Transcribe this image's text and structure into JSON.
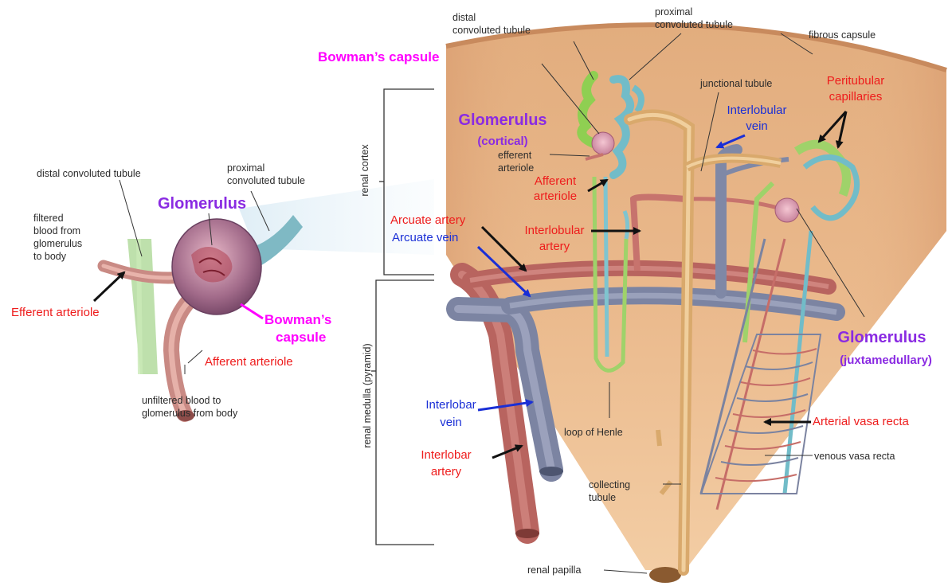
{
  "left_panel": {
    "distal": "distal convoluted tubule",
    "proximal_1": "proximal",
    "proximal_2": "convoluted tubule",
    "glomerulus": "Glomerulus",
    "filtered_1": "filtered",
    "filtered_2": "blood from",
    "filtered_3": "glomerulus",
    "filtered_4": "to body",
    "efferent": "Efferent arteriole",
    "bowman_1": "Bowman’s",
    "bowman_2": "capsule",
    "afferent": "Afferent arteriole",
    "unfiltered_1": "unfiltered blood to",
    "unfiltered_2": "glomerulus from body"
  },
  "right_panel": {
    "distal_1": "distal",
    "distal_2": "convoluted tubule",
    "proximal_1": "proximal",
    "proximal_2": "convoluted tubule",
    "fibrous": "fibrous capsule",
    "bowman": "Bowman’s capsule",
    "junctional": "junctional tubule",
    "peritubular_1": "Peritubular",
    "peritubular_2": "capillaries",
    "glom_cortical_1": "Glomerulus",
    "glom_cortical_2": "(cortical)",
    "interlobular_vein_1": "Interlobular",
    "interlobular_vein_2": "vein",
    "efferent_1": "efferent",
    "efferent_2": "arteriole",
    "afferent_1": "Afferent",
    "afferent_2": "arteriole",
    "renal_cortex": "renal cortex",
    "arcuate_artery": "Arcuate artery",
    "arcuate_vein": "Arcuate vein",
    "interlobular_artery_1": "Interlobular",
    "interlobular_artery_2": "artery",
    "renal_medulla": "renal medulla (pyramid)",
    "glom_jm_1": "Glomerulus",
    "glom_jm_2": "(juxtamedullary)",
    "interlobar_vein_1": "Interlobar",
    "interlobar_vein_2": "vein",
    "loop": "loop of Henle",
    "arterial_vasa": "Arterial vasa recta",
    "interlobar_artery_1": "Interlobar",
    "interlobar_artery_2": "artery",
    "venous_vasa": "venous vasa recta",
    "collecting_1": "collecting",
    "collecting_2": "tubule",
    "papilla": "renal papilla"
  },
  "colors": {
    "label_red": "#ee1c1c",
    "label_blue": "#1a2fd6",
    "label_magenta": "#ff00ff",
    "label_purple": "#8a2be2",
    "tissue": "#e8b98a",
    "artery": "#c9736d",
    "vein": "#8c93ad",
    "proximal_tubule": "#7fc4cf",
    "distal_tubule": "#9fd26a",
    "collecting_tubule": "#e2b778"
  }
}
